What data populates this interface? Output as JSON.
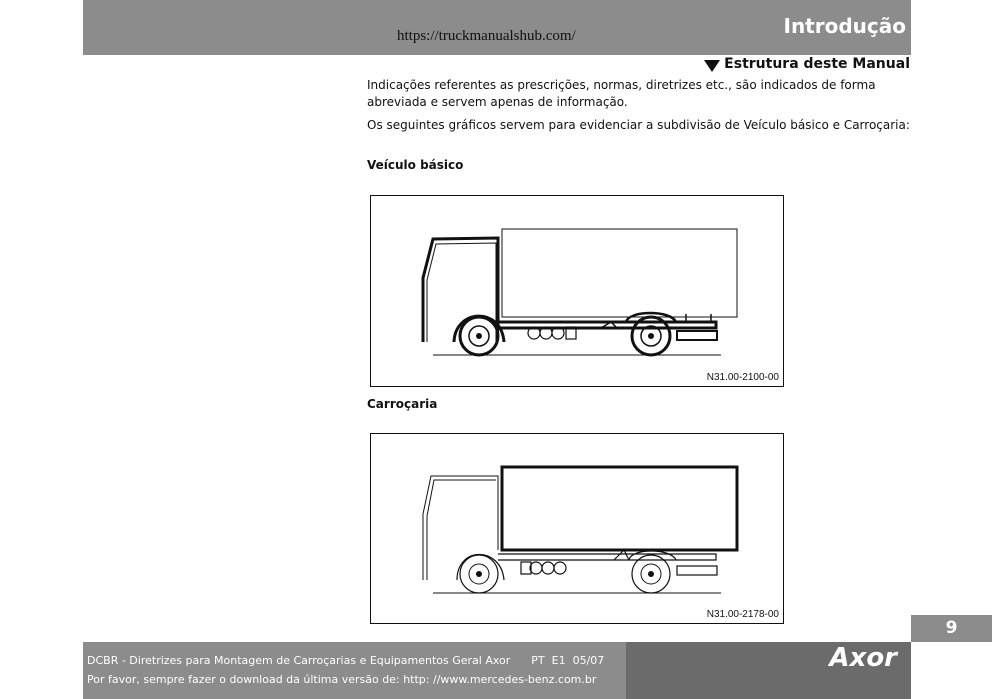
{
  "header": {
    "url": "https://truckmanualshub.com/",
    "section_title": "Introdução"
  },
  "content": {
    "subheading": "Estrutura deste Manual",
    "paragraph1": "Indicações referentes as prescrições, normas, diretrizes etc., são indicados de forma abreviada e servem apenas de informação.",
    "paragraph2": "Os seguintes gráficos servem para evidenciar a subdivisão de Veículo básico e Carroçaria:",
    "figures": [
      {
        "label": "Veículo básico",
        "code": "N31.00-2100-00"
      },
      {
        "label": "Carroçaria",
        "code": "N31.00-2178-00"
      }
    ]
  },
  "page_number": "9",
  "footer": {
    "line1": "DCBR - Diretrizes para Montagem de Carroçarias e Equipamentos Geral Axor      PT  E1  05/07",
    "line2": "Por favor, sempre fazer o download da última versão de: http: //www.mercedes-benz.com.br",
    "brand": "Axor"
  }
}
